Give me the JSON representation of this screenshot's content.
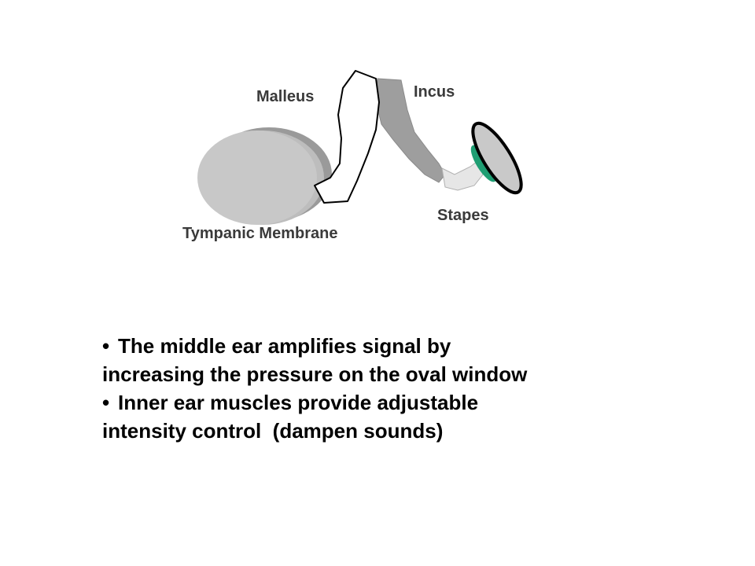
{
  "diagram": {
    "labels": {
      "malleus": "Malleus",
      "incus": "Incus",
      "stapes": "Stapes",
      "tympanic_membrane": "Tympanic Membrane"
    },
    "colors": {
      "membrane_fill": "#c8c8c8",
      "incus_fill": "#9e9e9e",
      "stapes_fill": "#e6e6e6",
      "oval_window_fill": "#c9c9c9",
      "muscle_green": "#1f9e73"
    }
  },
  "bullets": {
    "items": [
      {
        "marker": "•",
        "line1": "The middle ear amplifies signal by",
        "line2": "increasing the pressure on the oval window"
      },
      {
        "marker": "•",
        "line1": "Inner ear muscles provide adjustable",
        "line2": "intensity control  (dampen sounds)"
      }
    ]
  }
}
